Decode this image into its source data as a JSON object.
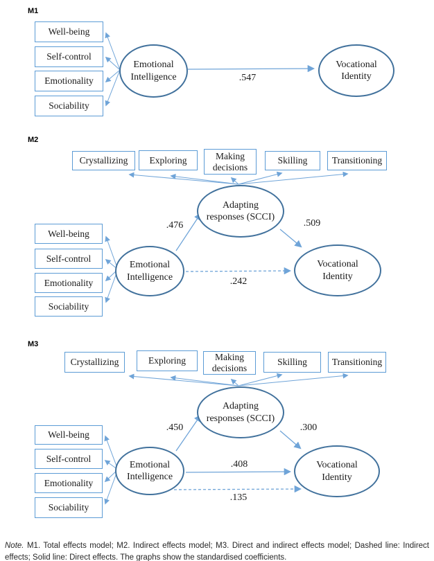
{
  "figure": {
    "models": [
      {
        "label": "M1",
        "left_indicators": [
          "Well-being",
          "Self-control",
          "Emotionality",
          "Sociability"
        ],
        "latents": {
          "ei": "Emotional Intelligence",
          "vi": "Vocational Identity"
        },
        "coefficients": {
          "ei_vi": ".547"
        }
      },
      {
        "label": "M2",
        "top_indicators": [
          "Crystallizing",
          "Exploring",
          "Making decisions",
          "Skilling",
          "Transitioning"
        ],
        "left_indicators": [
          "Well-being",
          "Self-control",
          "Emotionality",
          "Sociability"
        ],
        "latents": {
          "ei": "Emotional Intelligence",
          "adapting": "Adapting responses (SCCI)",
          "vi": "Vocational Identity"
        },
        "coefficients": {
          "ei_adapting": ".476",
          "adapting_vi": ".509",
          "ei_vi_indirect": ".242"
        }
      },
      {
        "label": "M3",
        "top_indicators": [
          "Crystallizing",
          "Exploring",
          "Making decisions",
          "Skilling",
          "Transitioning"
        ],
        "left_indicators": [
          "Well-being",
          "Self-control",
          "Emotionality",
          "Sociability"
        ],
        "latents": {
          "ei": "Emotional Intelligence",
          "adapting": "Adapting responses (SCCI)",
          "vi": "Vocational Identity"
        },
        "coefficients": {
          "ei_adapting": ".450",
          "adapting_vi": ".300",
          "ei_vi_direct": ".408",
          "ei_vi_indirect": ".135"
        }
      }
    ],
    "note": {
      "prefix": "Note.",
      "body": " M1. Total effects model; M2. Indirect effects model; M3. Direct and indirect effects model; Dashed line: Indirect effects; Solid line: Direct effects. The graphs show the standardised coefficients."
    },
    "colors": {
      "box_border": "#5b9bd5",
      "ellipse_border": "#41719c",
      "arrow": "#6fa4d8"
    }
  }
}
